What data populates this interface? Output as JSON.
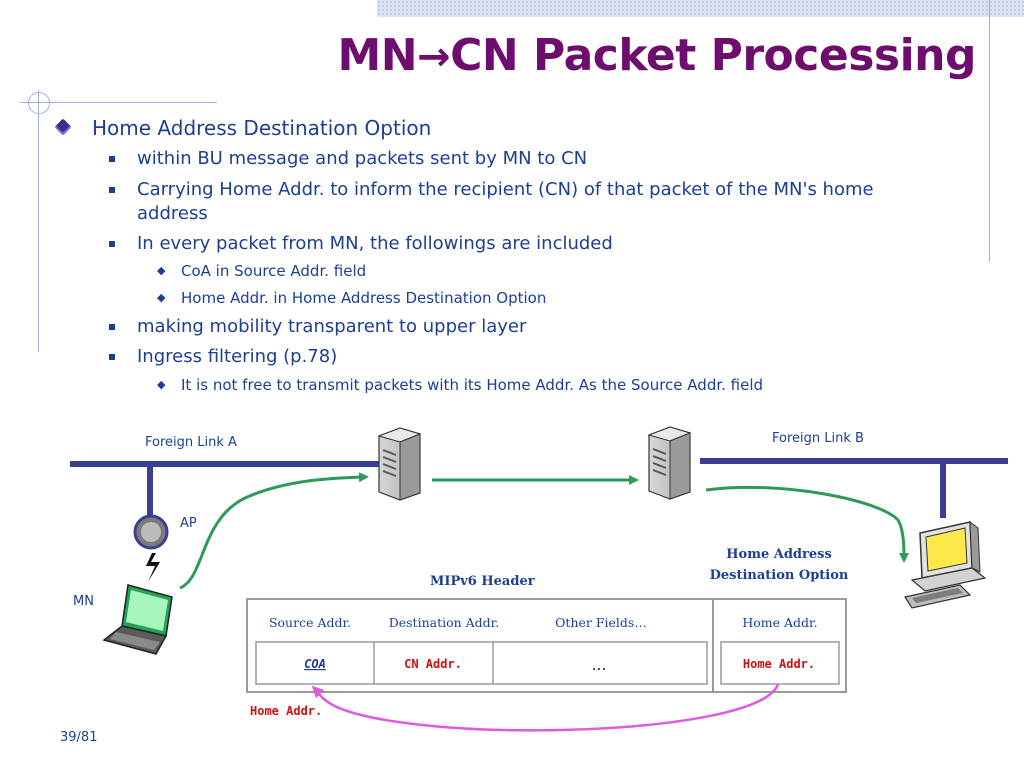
{
  "title": {
    "part1": "MN",
    "arrow": "→",
    "part2": "CN Packet Processing"
  },
  "bullets": {
    "level1": "Home Address Destination Option",
    "items": [
      "within BU message and packets sent by MN to CN",
      "Carrying Home Addr. to inform the recipient (CN) of that packet of the MN's home",
      "address",
      "In every packet from MN, the followings are included",
      "making mobility transparent to upper layer",
      "Ingress filtering (p.78)"
    ],
    "sub_items_in_every_packet": [
      "CoA in Source Addr. field",
      "Home Addr. in Home Address Destination Option"
    ],
    "sub_items_ingress": [
      "It is not free to transmit packets with its Home Addr. As the Source Addr. field"
    ]
  },
  "diagram": {
    "foreign_link_a": "Foreign Link A",
    "foreign_link_b": "Foreign Link B",
    "ap": "AP",
    "mn": "MN",
    "mipv6_header": "MIPv6 Header",
    "home_address_option_line1": "Home Address",
    "home_address_option_line2": "Destination Option",
    "col_source": "Source Addr.",
    "col_destination": "Destination Addr.",
    "col_other": "Other Fields…",
    "col_home": "Home Addr.",
    "cell_coa": "COA",
    "cell_cn_addr": "CN Addr.",
    "cell_other": "…",
    "cell_home_addr": "Home Addr.",
    "swap_label": "Home Addr.",
    "colors": {
      "network_line": "#3a3f92",
      "flow_arrow": "#2e9a5a",
      "swap_arrow": "#e05ae0",
      "cell_text_red": "#d01010",
      "cell_text_blue": "#1c3f94",
      "title": "#6e0d6e"
    }
  },
  "footer": {
    "page": "39/81"
  }
}
